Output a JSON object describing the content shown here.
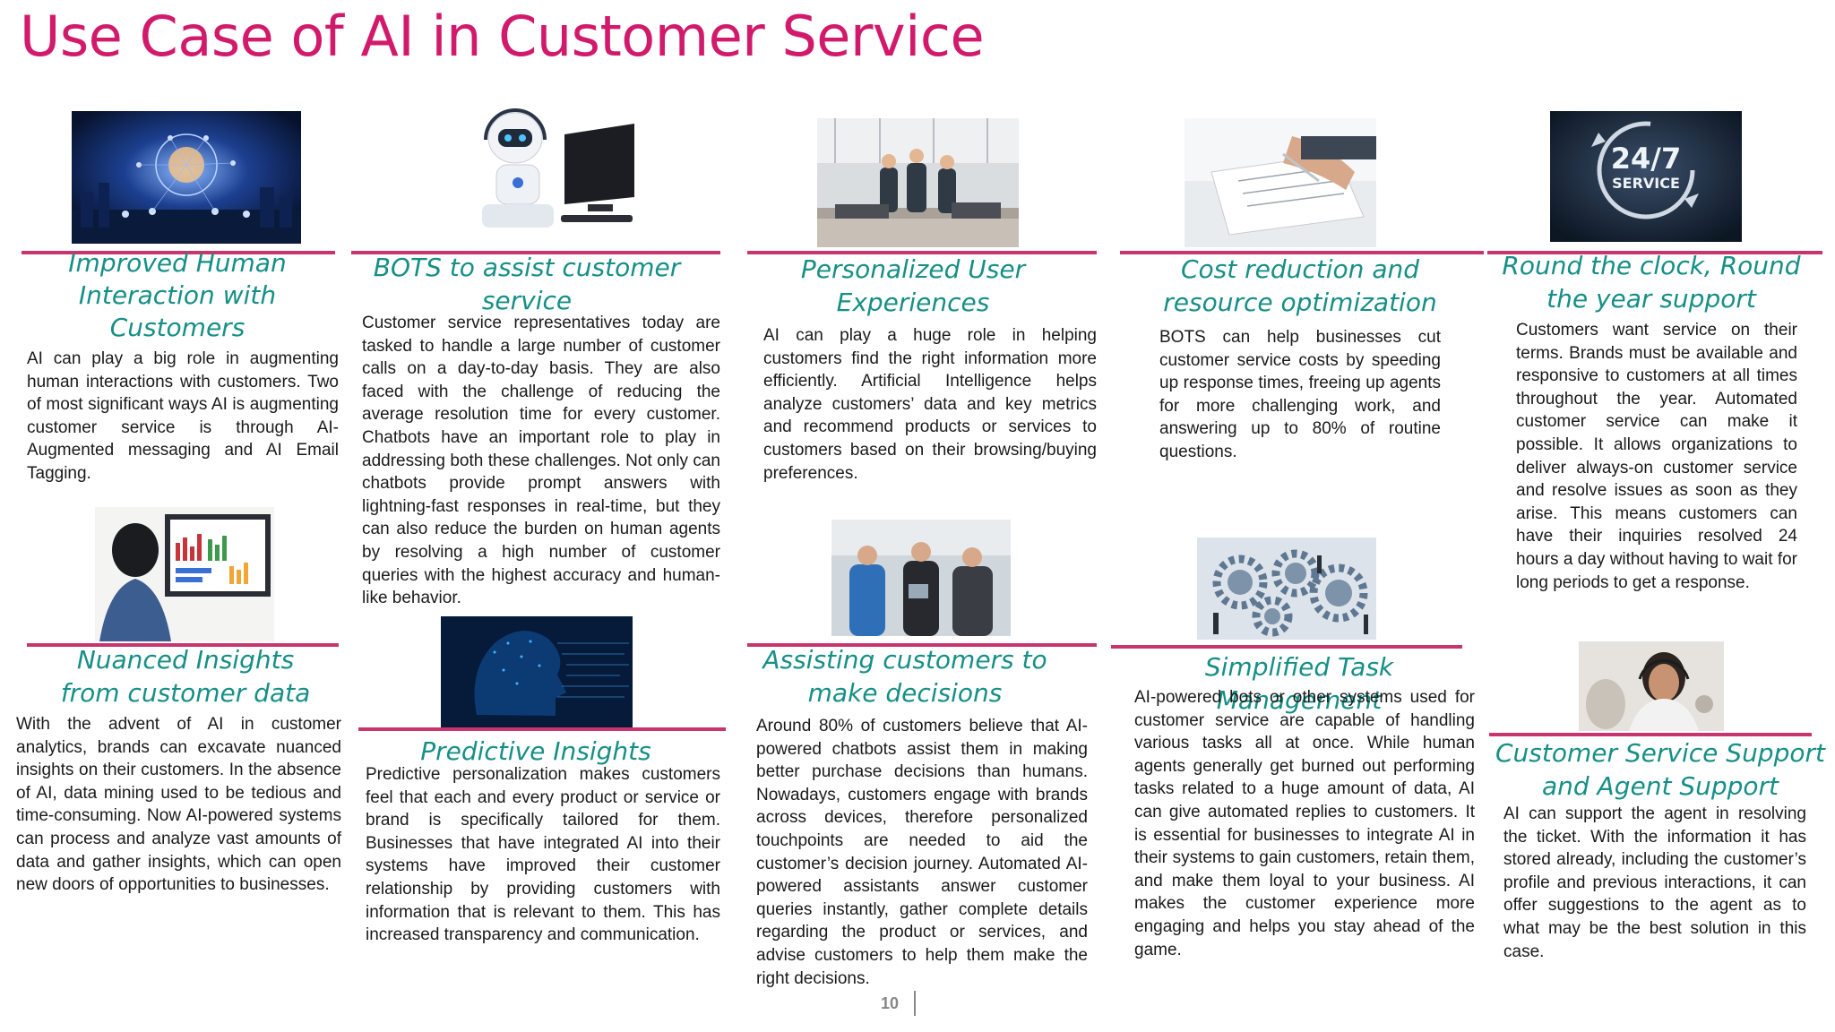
{
  "page": {
    "title": "Use Case of AI in Customer Service",
    "page_number": "10"
  },
  "cards": {
    "human_interaction": {
      "heading": "Improved Human Interaction with Customers",
      "text": "AI can play a big role in augmenting human interactions with customers. Two of most significant ways AI is augmenting customer service is through AI-Augmented messaging and AI Email Tagging."
    },
    "bots": {
      "heading": "BOTS to assist customer service",
      "text": "Customer service representatives today are tasked to handle a large number of customer calls on a day-to-day basis. They are also faced with the challenge of reducing the average resolution time for every customer. Chatbots have an important role to play in addressing both these challenges. Not only can chatbots provide prompt answers with lightning-fast responses in real-time, but they can also reduce the burden on human agents by resolving a high number of customer queries with the highest accuracy and human-like behavior."
    },
    "personalized": {
      "heading": "Personalized User Experiences",
      "text": "AI can play a huge role in helping customers find the right information more efficiently. Artificial Intelligence helps analyze customers’ data and key metrics and recommend products or services to customers based on their browsing/buying preferences."
    },
    "cost": {
      "heading": "Cost reduction and resource optimization",
      "text": "BOTS can help businesses cut customer service costs by speeding up response times, freeing up agents for more challenging work, and answering up to 80% of routine questions."
    },
    "round_clock": {
      "heading": "Round the clock, Round the year support",
      "text": "Customers want service on their terms. Brands must be available and responsive to customers at all times throughout the year. Automated customer service can make it possible. It allows organizations to deliver always-on customer service and resolve issues as soon as they arise. This means customers can have their inquiries resolved 24 hours a day without having to wait for long periods to get a response.",
      "badge": "24/7",
      "badge_sub": "SERVICE"
    },
    "nuanced": {
      "heading": "Nuanced Insights from customer data",
      "text": "With the advent of AI in customer analytics, brands can excavate nuanced insights on their customers. In the absence of AI, data mining used to be tedious and time-consuming. Now AI-powered systems can process and analyze vast amounts of data and gather insights, which can open new doors of opportunities to businesses."
    },
    "predictive": {
      "heading": "Predictive Insights",
      "text": "Predictive personalization makes customers feel that each and every product or service or brand is specifically tailored for them. Businesses that have integrated AI into their systems have improved their customer relationship by providing customers with information that is relevant to them. This has increased transparency and communication."
    },
    "assisting": {
      "heading": "Assisting customers to make decisions",
      "text": "Around 80% of customers believe that AI-powered chatbots assist them in making better purchase decisions than humans. Nowadays, customers engage with brands across devices, therefore personalized touchpoints are needed to aid the customer’s decision journey. Automated AI-powered assistants answer customer queries instantly, gather complete details regarding the product or services, and advise customers to help them make the right decisions."
    },
    "simplified": {
      "heading": "Simplified Task Management",
      "text": "AI-powered bots or other systems used for customer service are capable of handling various tasks all at once. While human agents generally get burned out performing tasks related to a huge amount of data, AI can give automated replies to customers. It is essential for businesses to integrate AI in their systems to gain customers, retain them, and make them loyal to your business. AI makes the customer experience more engaging and helps you stay ahead of the game."
    },
    "agent_support": {
      "heading": "Customer Service Support and Agent Support",
      "text": "AI can support the agent in resolving the ticket. With the information it has stored already, including the customer’s profile and previous interactions, it can offer suggestions to the agent as to what may be the best solution in this case."
    }
  },
  "colors": {
    "title": "#d11a6b",
    "heading": "#168f86",
    "rule": "#c8356e"
  }
}
